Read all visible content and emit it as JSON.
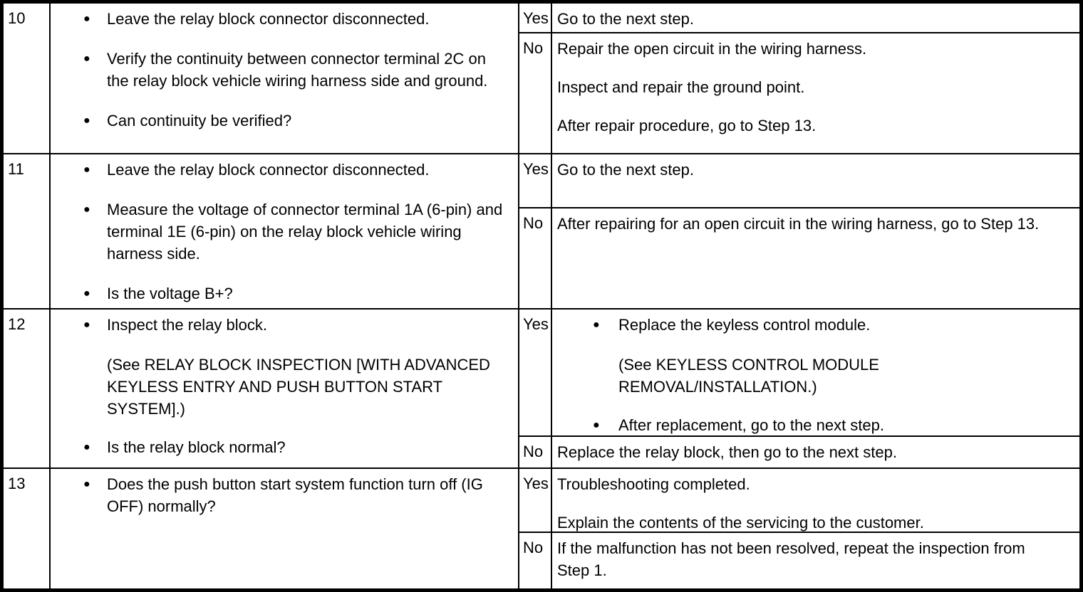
{
  "colors": {
    "border": "#000000",
    "text": "#000000",
    "background": "#ffffff"
  },
  "steps": [
    {
      "step": "10",
      "actions": [
        {
          "text": "Leave the relay block connector disconnected."
        },
        {
          "text": "Verify the continuity between connector terminal 2C on the relay block vehicle wiring harness side and ground."
        },
        {
          "text": "Can continuity be verified?"
        }
      ],
      "yes": {
        "label": "Yes",
        "paragraphs": [
          "Go to the next step."
        ]
      },
      "no": {
        "label": "No",
        "paragraphs": [
          "Repair the open circuit in the wiring harness.",
          "Inspect and repair the ground point.",
          "After repair procedure, go to Step 13."
        ]
      }
    },
    {
      "step": "11",
      "actions": [
        {
          "text": "Leave the relay block connector disconnected."
        },
        {
          "text": "Measure the voltage of connector terminal 1A (6-pin) and terminal 1E (6-pin) on the relay block vehicle wiring harness side."
        },
        {
          "text": "Is the voltage B+?"
        }
      ],
      "yes": {
        "label": "Yes",
        "paragraphs": [
          "Go to the next step."
        ]
      },
      "no": {
        "label": "No",
        "paragraphs": [
          "After repairing for an open circuit in the wiring harness, go to Step 13."
        ]
      }
    },
    {
      "step": "12",
      "actions": [
        {
          "text": "Inspect the relay block."
        },
        {
          "text": "(See RELAY BLOCK INSPECTION [WITH ADVANCED KEYLESS ENTRY AND PUSH BUTTON START SYSTEM].)"
        },
        {
          "text": "Is the relay block normal?"
        }
      ],
      "yes": {
        "label": "Yes",
        "items": [
          {
            "text": "Replace the keyless control module."
          },
          {
            "text": "(See KEYLESS CONTROL MODULE REMOVAL/INSTALLATION.)"
          },
          {
            "text": "After replacement, go to the next step."
          }
        ]
      },
      "no": {
        "label": "No",
        "paragraphs": [
          "Replace the relay block, then go to the next step."
        ]
      }
    },
    {
      "step": "13",
      "actions": [
        {
          "text": "Does the push button start system function turn off (IG OFF) normally?"
        }
      ],
      "yes": {
        "label": "Yes",
        "paragraphs": [
          "Troubleshooting completed.",
          "Explain the contents of the servicing to the customer."
        ]
      },
      "no": {
        "label": "No",
        "paragraphs": [
          "If the malfunction has not been resolved, repeat the inspection from Step 1."
        ]
      }
    }
  ]
}
